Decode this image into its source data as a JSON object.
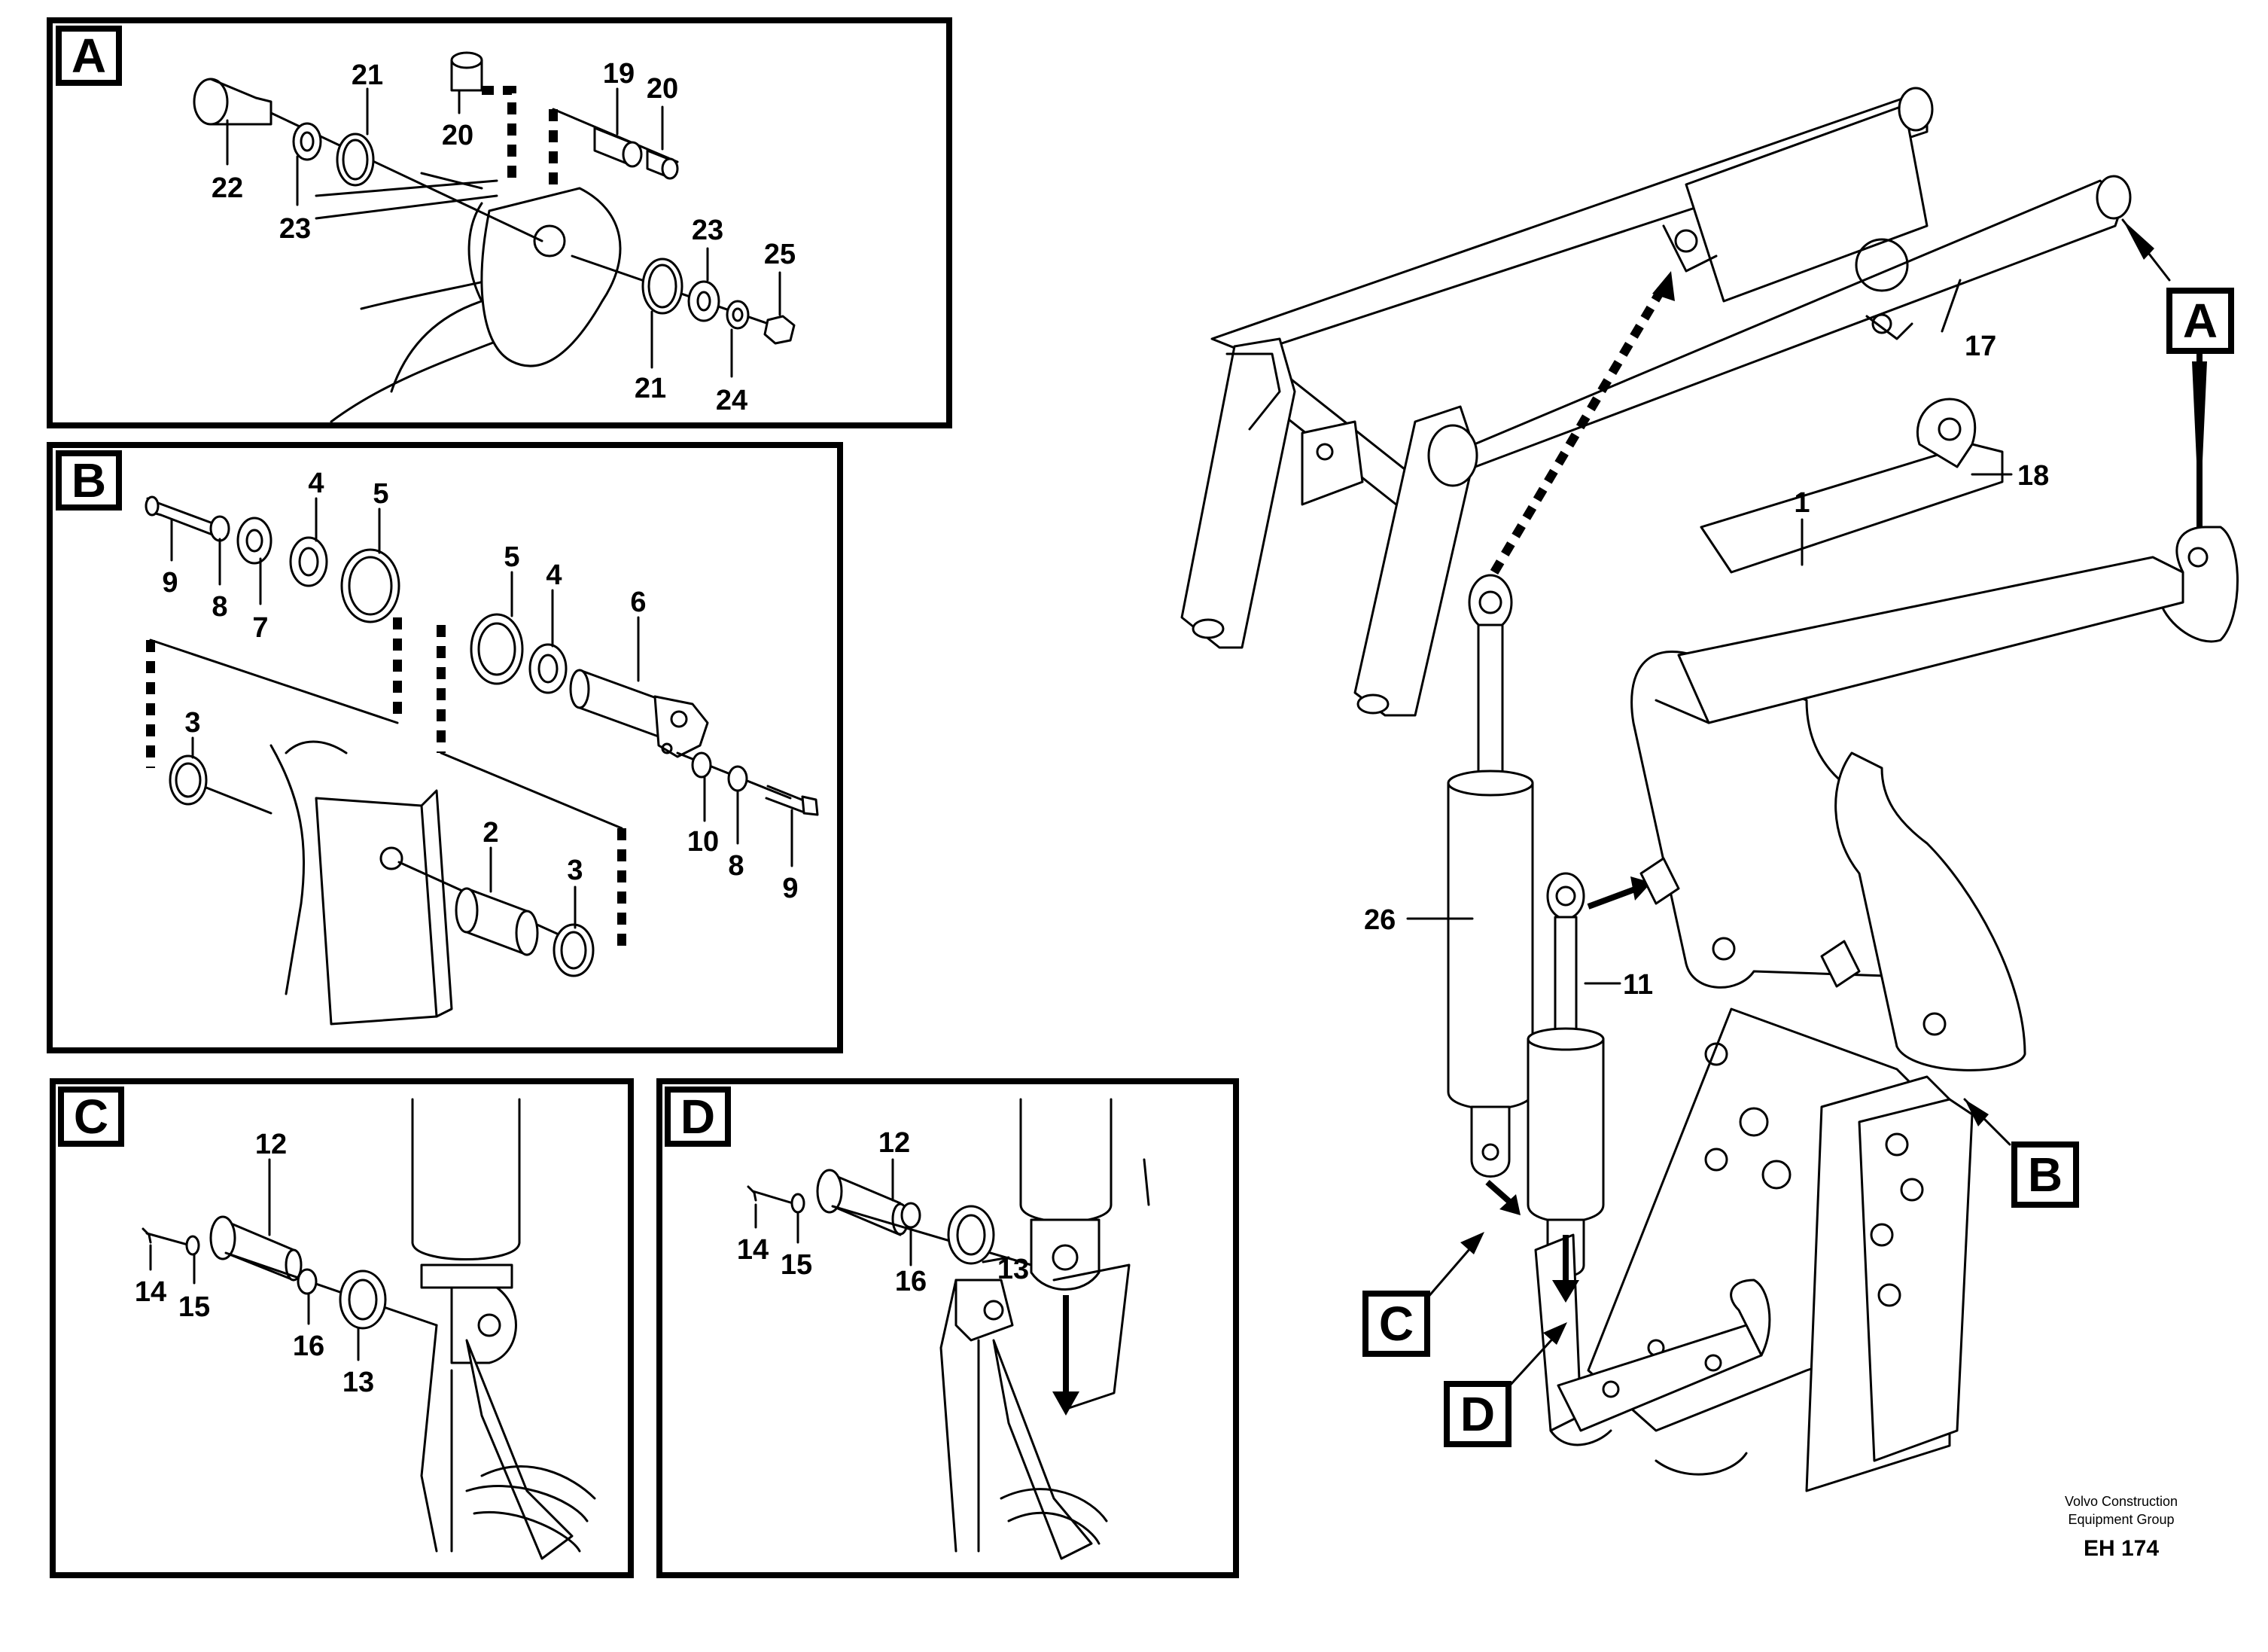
{
  "panels": {
    "A": {
      "label": "A",
      "callouts": [
        "21",
        "19",
        "20",
        "20",
        "22",
        "23",
        "23",
        "25",
        "21",
        "24"
      ]
    },
    "B": {
      "label": "B",
      "callouts": [
        "4",
        "5",
        "5",
        "4",
        "6",
        "9",
        "8",
        "7",
        "3",
        "2",
        "3",
        "10",
        "8",
        "9"
      ]
    },
    "C": {
      "label": "C",
      "callouts": [
        "12",
        "14",
        "15",
        "16",
        "13"
      ]
    },
    "D": {
      "label": "D",
      "callouts": [
        "12",
        "14",
        "15",
        "16",
        "13"
      ]
    }
  },
  "main": {
    "callouts": [
      "17",
      "18",
      "1",
      "26",
      "11"
    ],
    "ref_labels": [
      "A",
      "B",
      "C",
      "D"
    ]
  },
  "footer": {
    "line1": "Volvo Construction",
    "line2": "Equipment Group",
    "code": "EH 174"
  }
}
